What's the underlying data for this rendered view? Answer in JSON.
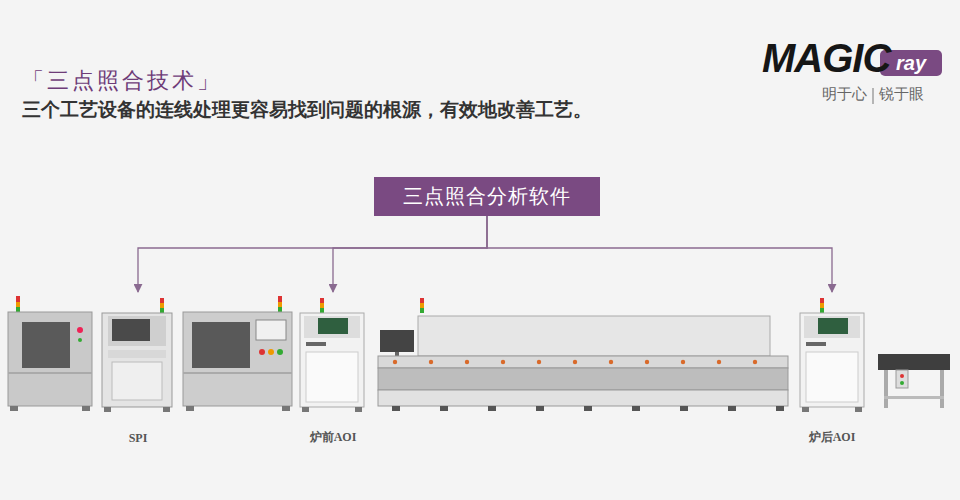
{
  "diagram": {
    "title": "「三点照合技术」",
    "nodes": [
      {
        "text": [
          "三点照合分析软件"
        ]
      },
      {
        "text": [
          "SPI"
        ]
      },
      {
        "text": [
          "炉前AOI"
        ]
      },
      {
        "text": [
          "炉后AOI"
        ]
      }
    ],
    "edges": [
      {
        "from": 0,
        "to": 1,
        "arrow": "to"
      },
      {
        "from": 0,
        "to": 2,
        "arrow": "to"
      },
      {
        "from": 0,
        "to": 3,
        "arrow": "to"
      }
    ],
    "labels": [
      "三个工艺设备的连线处理更容易找到问题的根源，有效地改善工艺。",
      "MAGIC",
      "ray",
      "明于心",
      "锐于眼"
    ]
  }
}
